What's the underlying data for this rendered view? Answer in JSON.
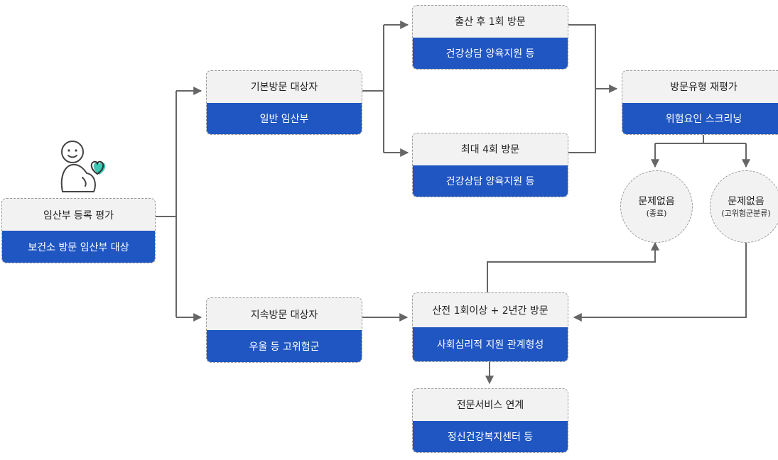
{
  "nodes": {
    "registration": {
      "title": "임산부 등록 평가",
      "sub": "보건소 방문 임산부 대상"
    },
    "basic_visit": {
      "title": "기본방문 대상자",
      "sub": "일반 임산부"
    },
    "continuous_visit": {
      "title": "지속방문 대상자",
      "sub": "우울 등 고위험군"
    },
    "postpartum_once": {
      "title": "출산 후 1회 방문",
      "sub": "건강상담 양육지원 등"
    },
    "max_four": {
      "title": "최대 4회 방문",
      "sub": "건강상담 양육지원 등"
    },
    "reassessment": {
      "title": "방문유형 재평가",
      "sub": "위험요인 스크리닝"
    },
    "prenatal_two_years": {
      "title": "산전 1회이상 + 2년간 방문",
      "sub": "사회심리적 지원 관계형성"
    },
    "specialist_link": {
      "title": "전문서비스 연계",
      "sub": "정신건강복지센터 등"
    }
  },
  "outcomes": {
    "no_issue_end": {
      "title": "문제없음",
      "sub": "(종료)"
    },
    "no_issue_highrisk": {
      "title": "문제없음",
      "sub": "(고위험군분류)"
    }
  },
  "colors": {
    "accent": "#1f56c2",
    "box_bg": "#f2f2f2",
    "line": "#666666",
    "heart": "#3cc6b4"
  },
  "icons": {
    "person": "pregnant-person-icon",
    "heart": "heart-icon"
  }
}
